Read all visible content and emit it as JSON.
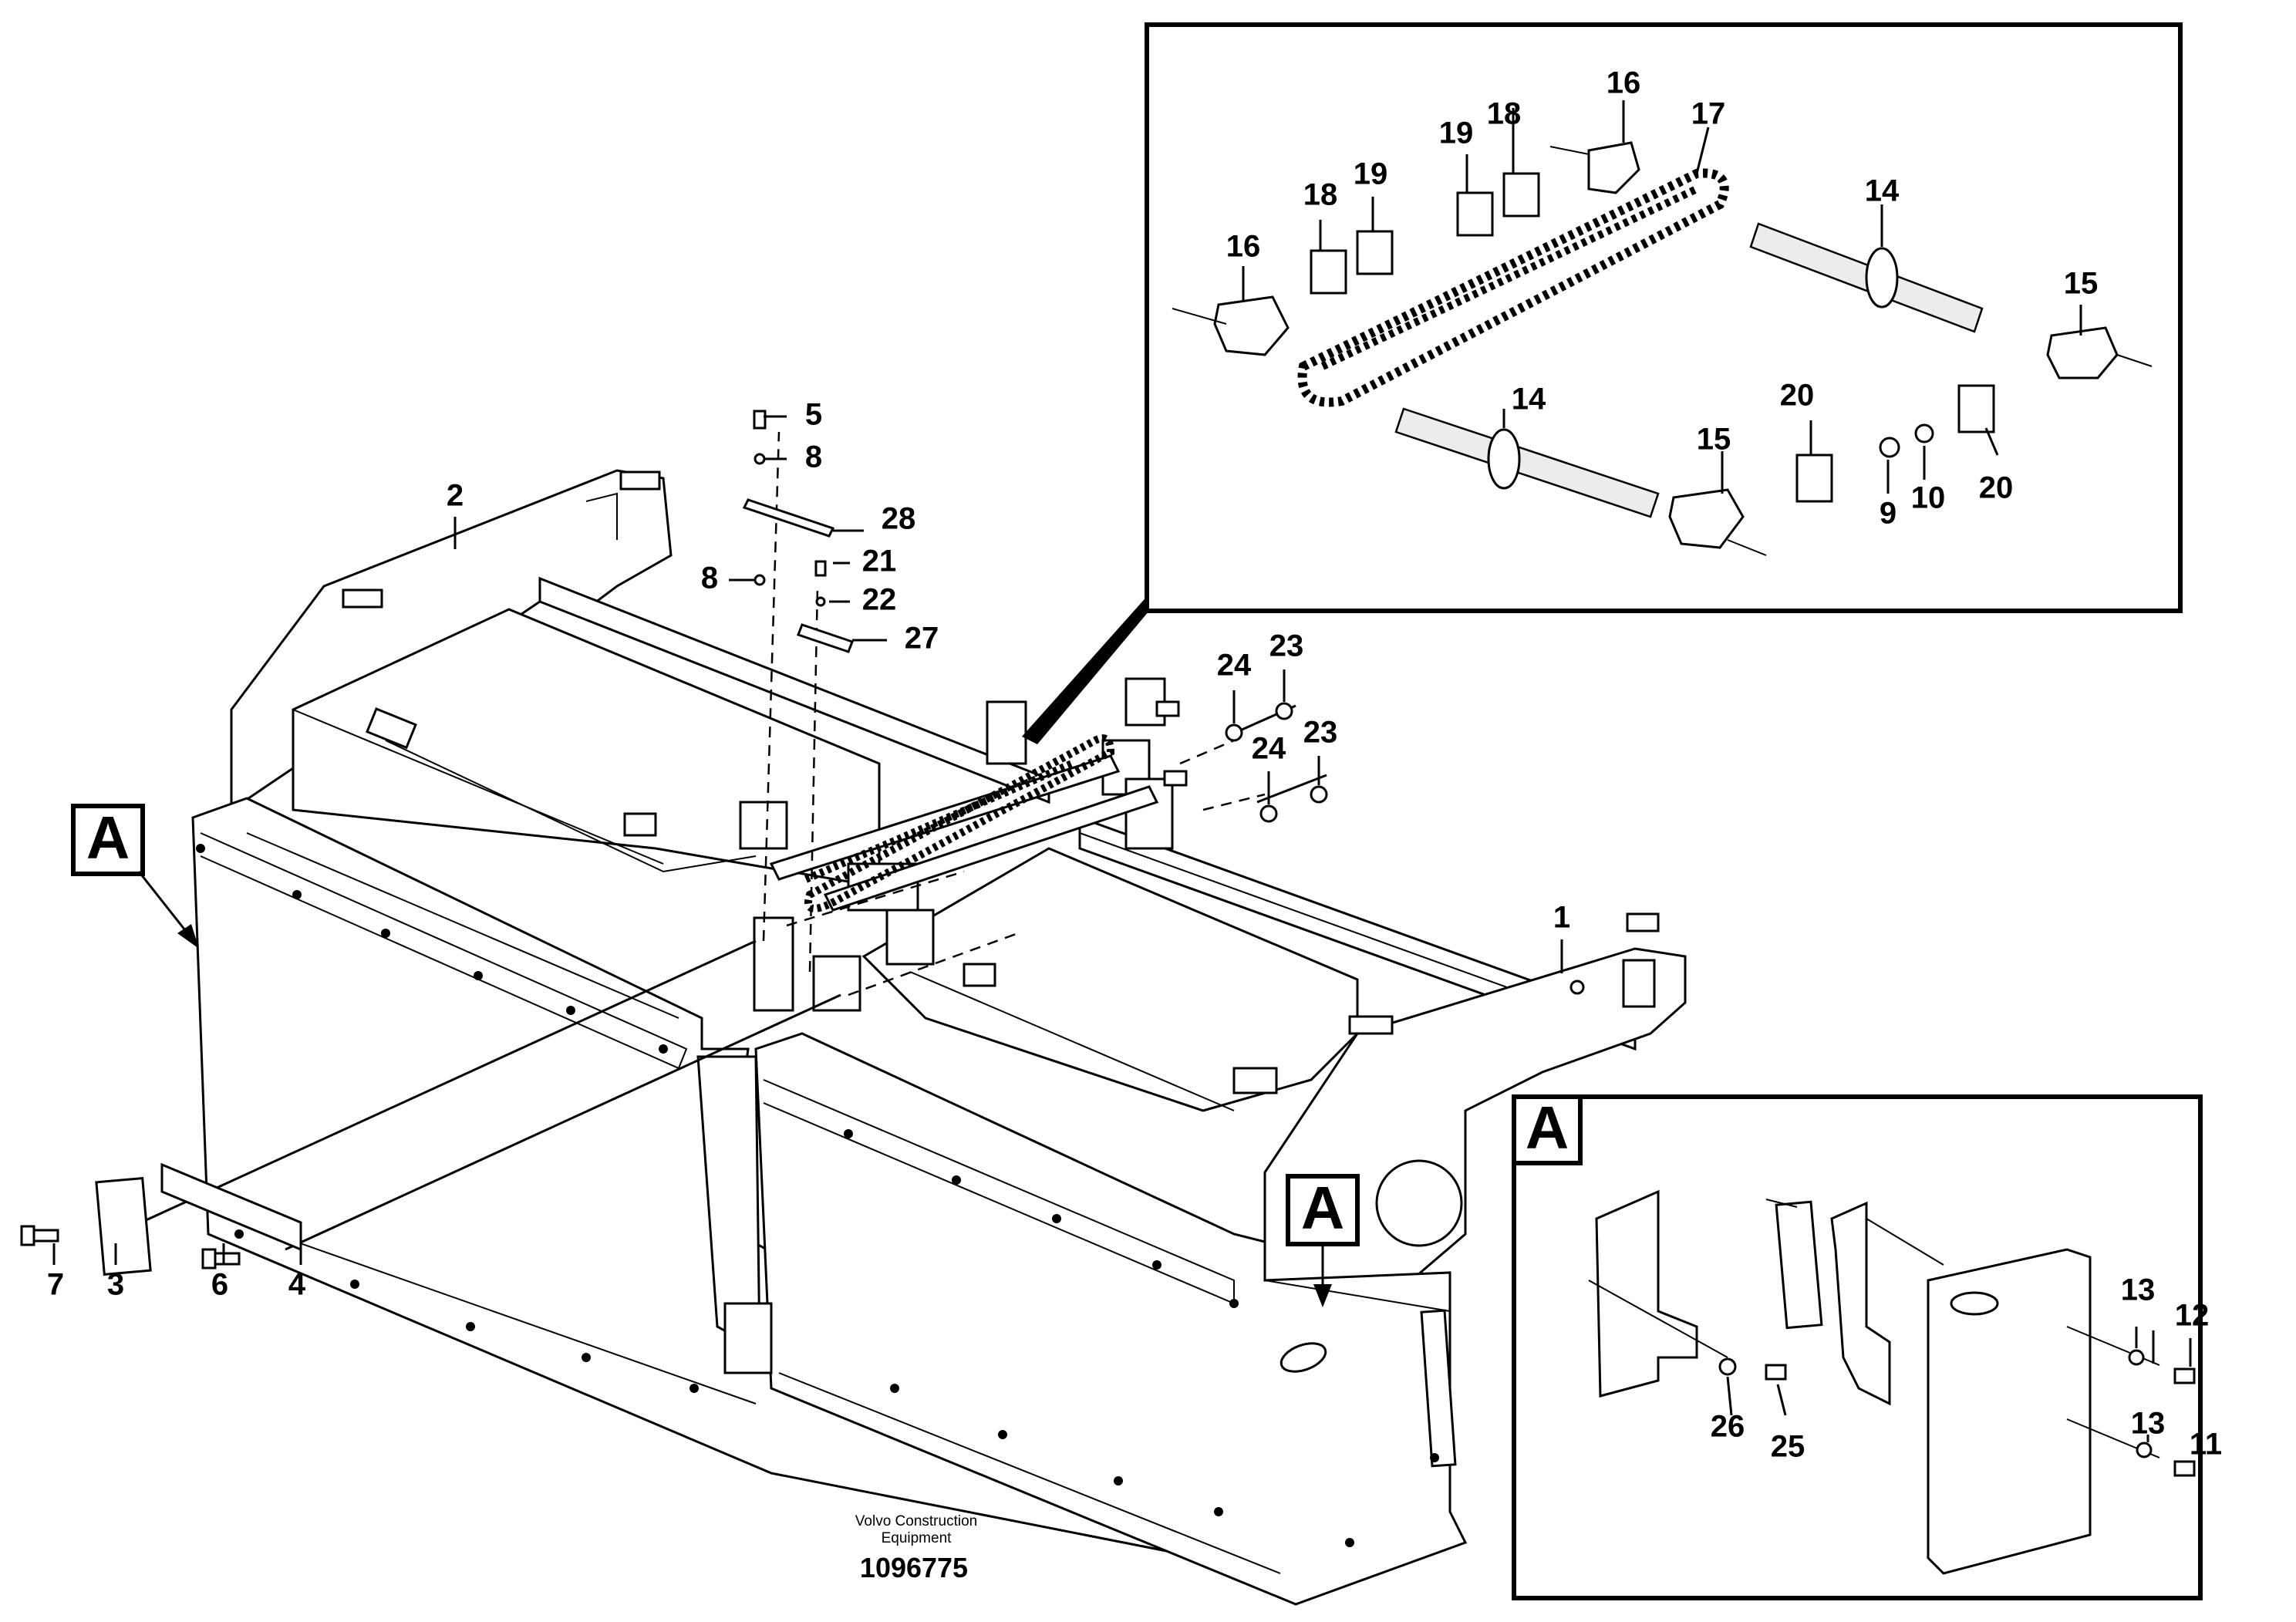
{
  "callouts": [
    {
      "id": "1",
      "text": "1"
    },
    {
      "id": "2",
      "text": "2"
    },
    {
      "id": "3",
      "text": "3"
    },
    {
      "id": "4",
      "text": "4"
    },
    {
      "id": "5",
      "text": "5"
    },
    {
      "id": "6",
      "text": "6"
    },
    {
      "id": "7",
      "text": "7"
    },
    {
      "id": "8a",
      "text": "8"
    },
    {
      "id": "8b",
      "text": "8"
    },
    {
      "id": "9",
      "text": "9"
    },
    {
      "id": "10",
      "text": "10"
    },
    {
      "id": "11",
      "text": "11"
    },
    {
      "id": "12",
      "text": "12"
    },
    {
      "id": "13a",
      "text": "13"
    },
    {
      "id": "13b",
      "text": "13"
    },
    {
      "id": "14a",
      "text": "14"
    },
    {
      "id": "14b",
      "text": "14"
    },
    {
      "id": "15a",
      "text": "15"
    },
    {
      "id": "15b",
      "text": "15"
    },
    {
      "id": "16a",
      "text": "16"
    },
    {
      "id": "16b",
      "text": "16"
    },
    {
      "id": "17",
      "text": "17"
    },
    {
      "id": "18a",
      "text": "18"
    },
    {
      "id": "18b",
      "text": "18"
    },
    {
      "id": "19a",
      "text": "19"
    },
    {
      "id": "19b",
      "text": "19"
    },
    {
      "id": "20a",
      "text": "20"
    },
    {
      "id": "20b",
      "text": "20"
    },
    {
      "id": "21",
      "text": "21"
    },
    {
      "id": "22",
      "text": "22"
    },
    {
      "id": "23a",
      "text": "23"
    },
    {
      "id": "23b",
      "text": "23"
    },
    {
      "id": "24a",
      "text": "24"
    },
    {
      "id": "24b",
      "text": "24"
    },
    {
      "id": "25",
      "text": "25"
    },
    {
      "id": "26",
      "text": "26"
    },
    {
      "id": "27",
      "text": "27"
    },
    {
      "id": "28",
      "text": "28"
    }
  ],
  "view_markers": {
    "left": "A",
    "main": "A",
    "detail": "A"
  },
  "credit": {
    "line1": "Volvo Construction",
    "line2": "Equipment"
  },
  "drawing_number": "1096775"
}
